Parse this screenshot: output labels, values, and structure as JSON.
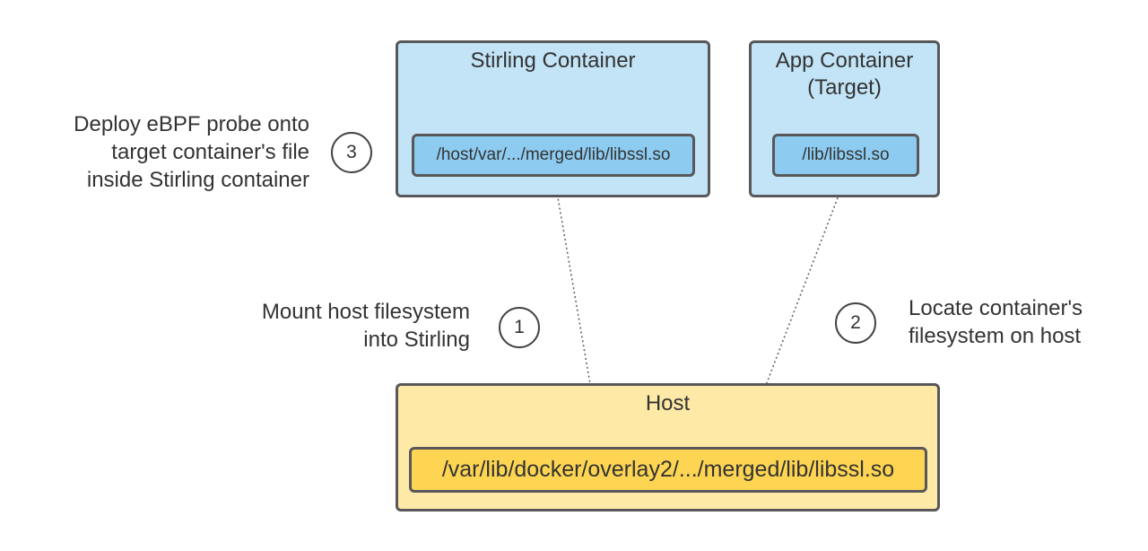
{
  "containers": {
    "stirling": {
      "title": "Stirling Container",
      "file": "/host/var/.../merged/lib/libssl.so"
    },
    "app": {
      "title_line1": "App Container",
      "title_line2": "(Target)",
      "file": "/lib/libssl.so"
    },
    "host": {
      "title": "Host",
      "file": "/var/lib/docker/overlay2/.../merged/lib/libssl.so"
    }
  },
  "steps": [
    {
      "number": "1",
      "lines": [
        "Mount host filesystem",
        "into Stirling"
      ]
    },
    {
      "number": "2",
      "lines": [
        "Locate container's",
        "filesystem on host"
      ]
    },
    {
      "number": "3",
      "lines": [
        "Deploy eBPF probe onto",
        "target container's file",
        "inside Stirling container"
      ]
    }
  ],
  "colors": {
    "container_fill": "#c2e4f6",
    "container_file_fill": "#8dcbf0",
    "host_fill": "#fee9a7",
    "host_file_fill": "#fed552",
    "border": "#58585a"
  }
}
